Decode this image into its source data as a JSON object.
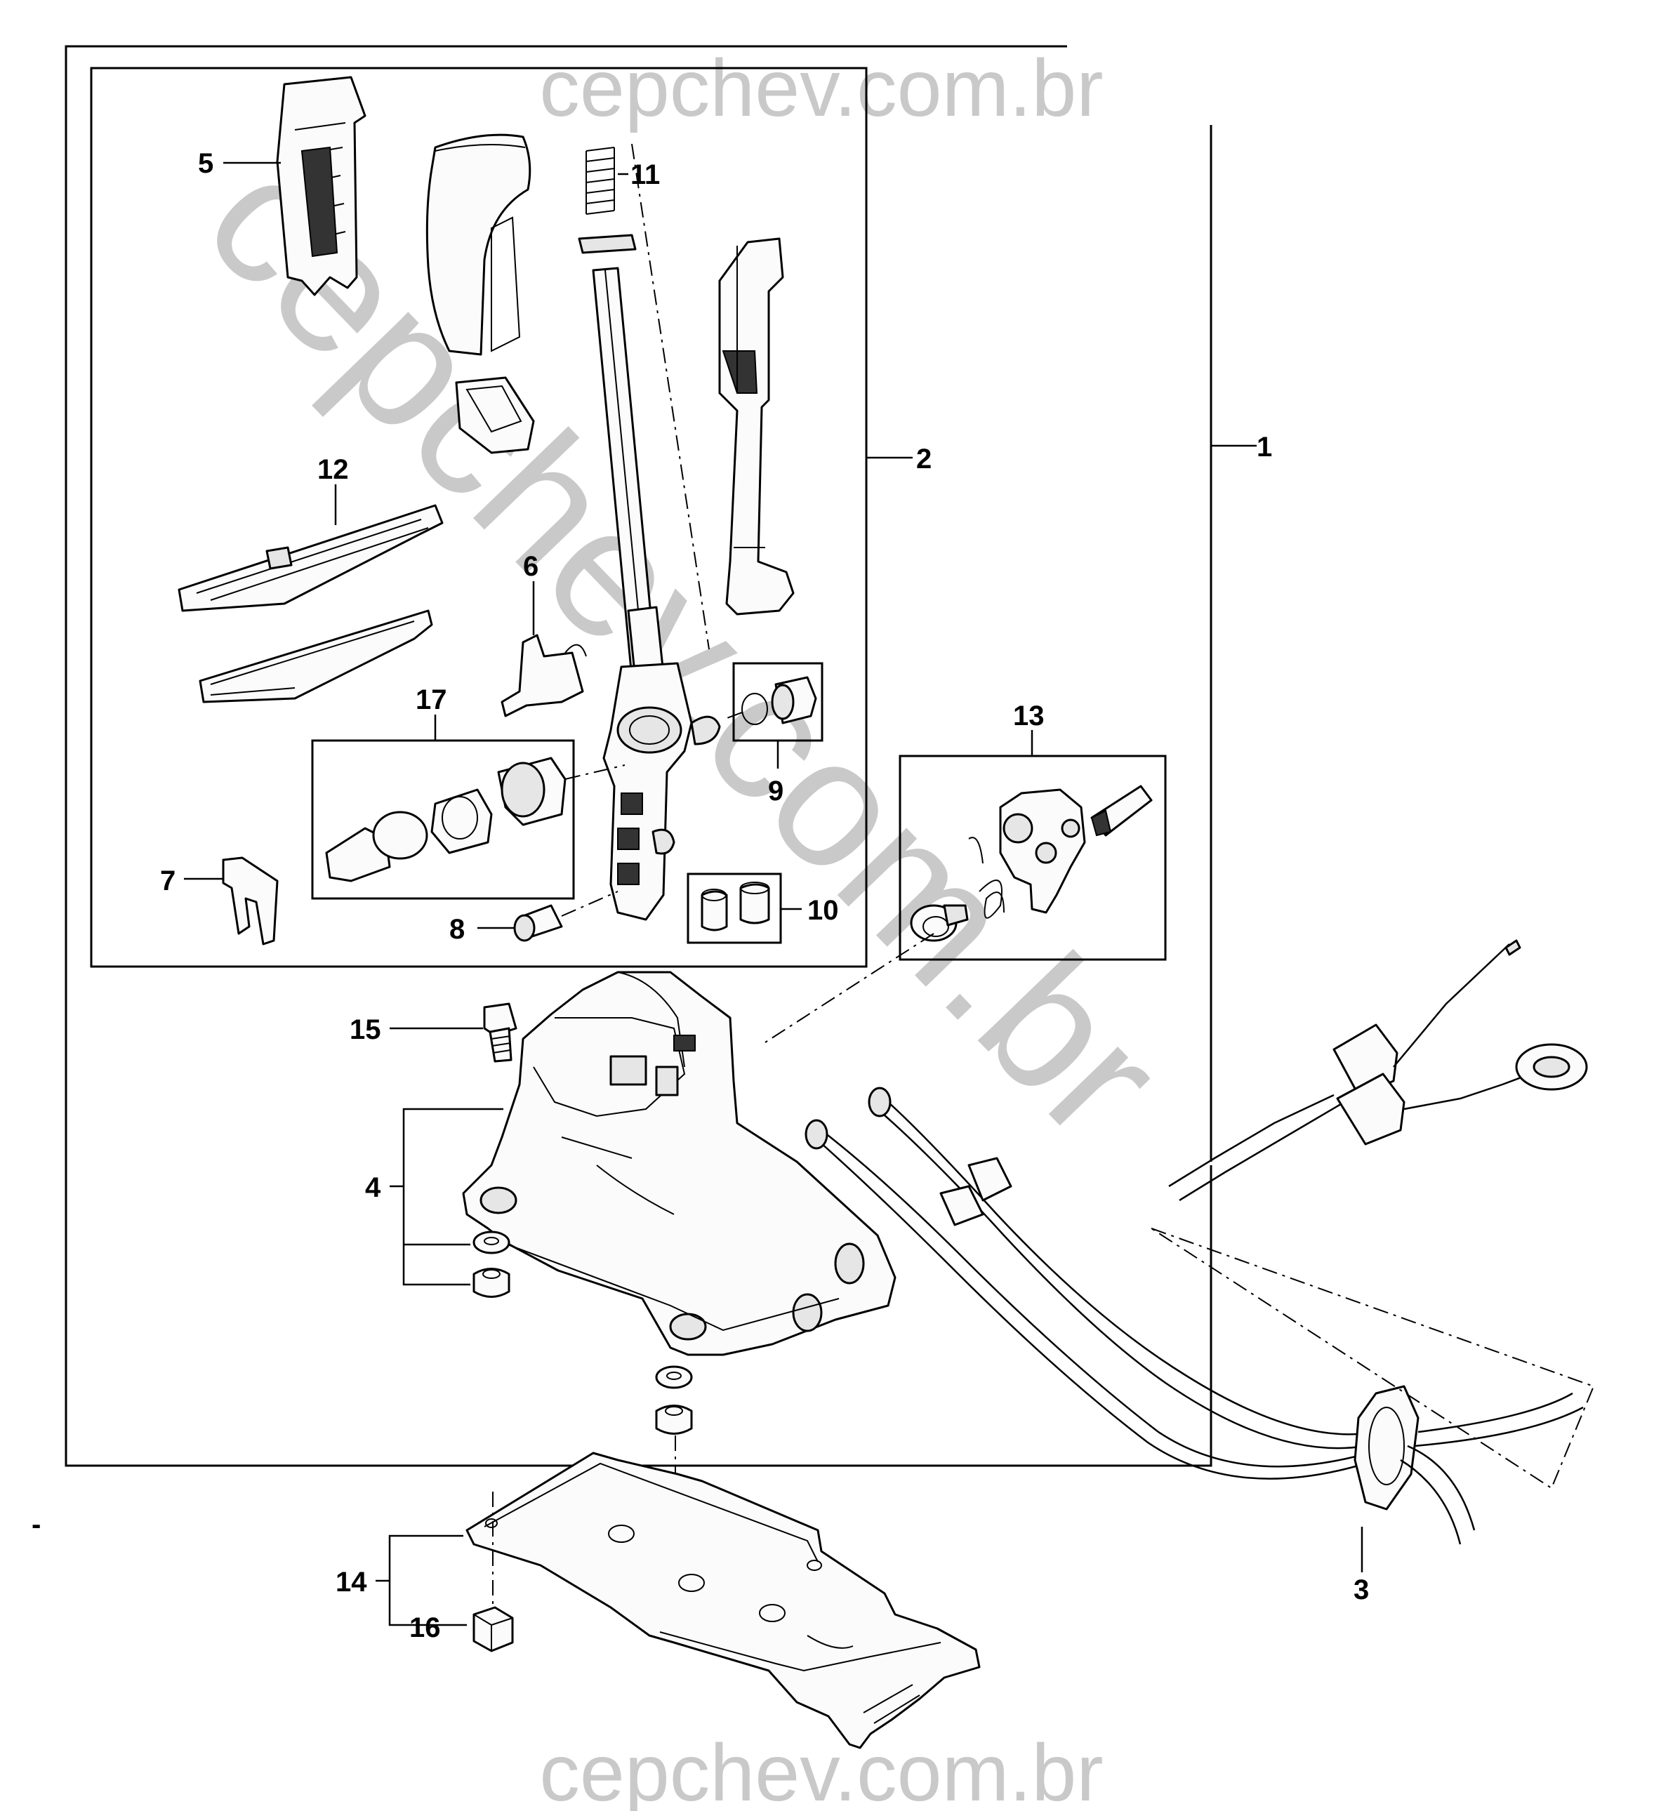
{
  "watermark": {
    "top": "cepchev.com.br",
    "bottom": "cepchev.com.br",
    "diagonal": "cepchev.com.br"
  },
  "callouts": {
    "c1": "1",
    "c2": "2",
    "c3": "3",
    "c4": "4",
    "c5": "5",
    "c6": "6",
    "c7": "7",
    "c8": "8",
    "c9": "9",
    "c10": "10",
    "c11": "11",
    "c12": "12",
    "c13": "13",
    "c14": "14",
    "c15": "15",
    "c16": "16",
    "c17": "17"
  },
  "edge_mark": "-"
}
